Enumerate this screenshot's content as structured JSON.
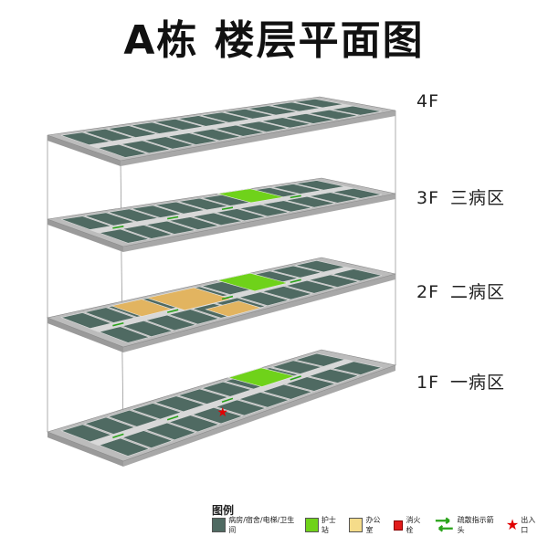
{
  "title": "A栋  楼层平面图",
  "floors": [
    {
      "level": "4F",
      "ward": "",
      "room_labels": []
    },
    {
      "level": "3F",
      "ward": "三病区",
      "room_labels": []
    },
    {
      "level": "2F",
      "ward": "二病区",
      "room_labels": [
        "办公室",
        "办公室",
        "办公室",
        "护士站"
      ]
    },
    {
      "level": "1F",
      "ward": "一病区",
      "room_labels": [
        "护士站"
      ]
    }
  ],
  "colors": {
    "room": "#4f6a62",
    "corridor": "#d8d8d8",
    "slab": "#bcbcbc",
    "nurse_station": "#6fd21a",
    "office": "#e2b460",
    "exit_star": "#e00000",
    "hydrant": "#e21b1b",
    "evac_arrow": "#2aa31a"
  },
  "legend": {
    "title": "图例",
    "items": [
      {
        "key": "room",
        "icon": "grey-square",
        "label": "病房/宿舍/电梯/卫生间"
      },
      {
        "key": "nurse",
        "icon": "green-square",
        "label": "护士站"
      },
      {
        "key": "office",
        "icon": "yellow-square",
        "label": "办公室"
      },
      {
        "key": "hydrant",
        "icon": "red-hydrant-square",
        "label": "消火栓"
      },
      {
        "key": "evac",
        "icon": "green-arrows",
        "label": "疏散指示箭头"
      },
      {
        "key": "exit",
        "icon": "red-star",
        "label": "出入口"
      }
    ]
  }
}
